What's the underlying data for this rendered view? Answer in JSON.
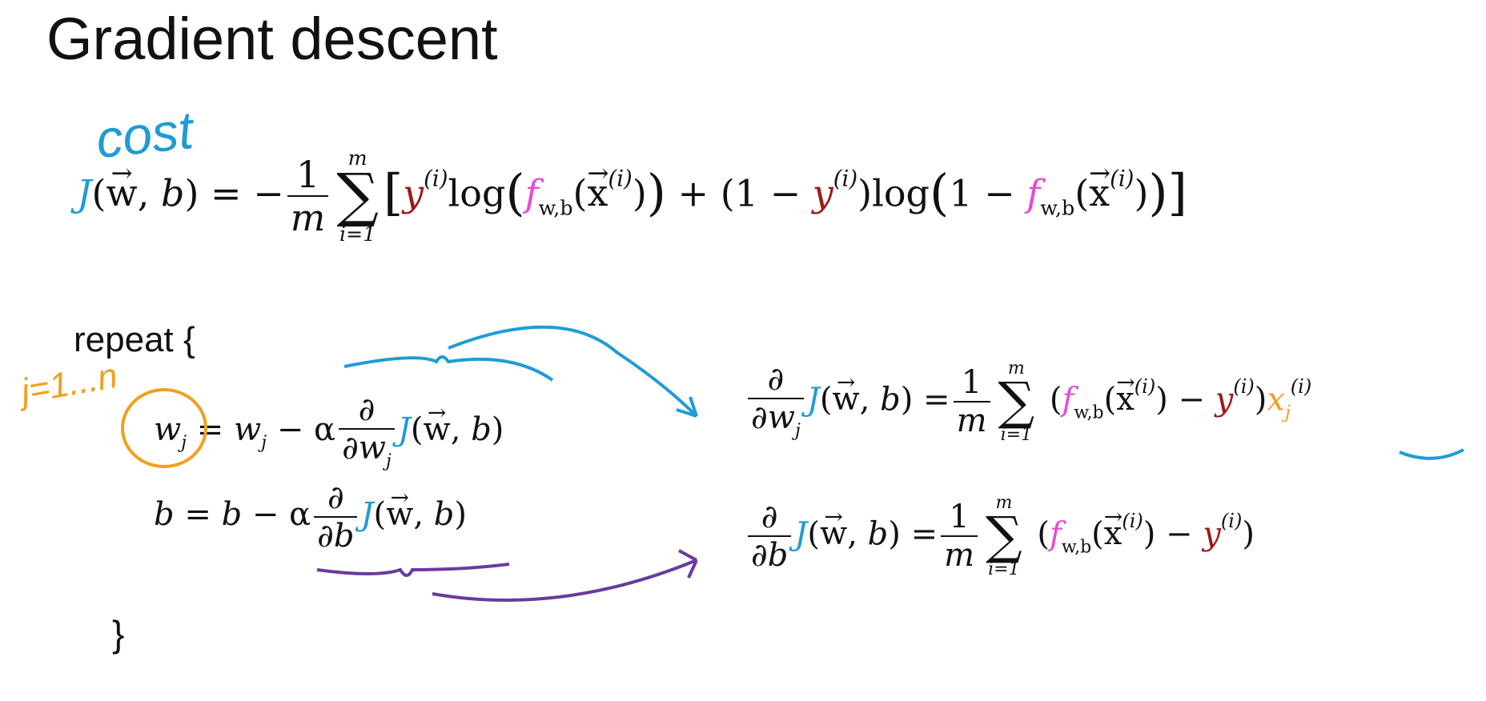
{
  "slide": {
    "title": "Gradient descent"
  },
  "annotations": {
    "cost": "cost",
    "j_range": "j=1...n"
  },
  "cost_eq": {
    "J": "J",
    "lhs_args": "(w, b) = −",
    "one": "1",
    "m": "m",
    "sum_top": "m",
    "sum_bottom": "i=1",
    "open": "[",
    "y": "y",
    "i_sup": "(i)",
    "log": "log",
    "f": "f",
    "f_sub": "w,b",
    "x": "x",
    "mid": ")) + (1 −",
    "close_log": "(1 −",
    "end": "))]"
  },
  "repeat": {
    "open": "repeat {",
    "close": "}"
  },
  "update_w": {
    "lhs": "w",
    "sub": "j",
    "rhs": "= w",
    "minus": "− α",
    "d": "∂",
    "dw": "∂w",
    "args": "(w, b)"
  },
  "update_b": {
    "lhs": "b = b − α",
    "d": "∂",
    "db": "∂b",
    "args": "(w, b)"
  },
  "deriv_w": {
    "d": "∂",
    "dw": "∂w",
    "sub": "j",
    "args": "(w, b)",
    "eq": "=",
    "one": "1",
    "m": "m",
    "sum_top": "m",
    "sum_bottom": "i=1",
    "minus": ") −",
    "x_orange": "x",
    "x_sub": "j"
  },
  "deriv_b": {
    "d": "∂",
    "db": "∂b",
    "args": "(w, b) =",
    "one": "1",
    "m": "m",
    "sum_top": "m",
    "sum_bottom": "i=1",
    "minus": ") −"
  },
  "colors": {
    "cost_blue": "#1f9bd6",
    "y_red": "#a01818",
    "f_magenta": "#e64ad8",
    "xj_orange": "#f0a020",
    "arrow_purple": "#6a3aa0"
  }
}
